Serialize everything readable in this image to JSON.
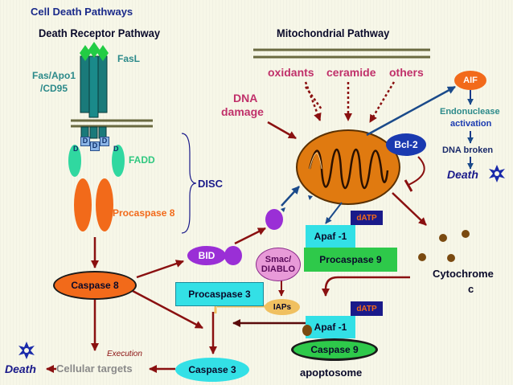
{
  "header": {
    "title": "Cell Death Pathways",
    "death_receptor_title": "Death Receptor Pathway",
    "mitochondrial_title": "Mitochondrial Pathway"
  },
  "receptor": {
    "fasl": "FasL",
    "fas": "Fas/Apo1",
    "cd95": "/CD95",
    "fadd": "FADD",
    "d_label": "D",
    "procaspase8": "Procaspase 8",
    "disc": "DISC"
  },
  "stimuli": {
    "oxidants": "oxidants",
    "ceramide": "ceramide",
    "others": "others",
    "dna_line1": "DNA",
    "dna_line2": "damage"
  },
  "mito": {
    "bcl2": "Bcl-2",
    "aif": "AIF",
    "endonuclease_line1": "Endonuclease",
    "endonuclease_line2": "activation",
    "dna_broken": "DNA broken",
    "death": "Death",
    "cytochrome_line1": "Cytochrome",
    "cytochrome_line2": "c"
  },
  "cascade": {
    "caspase8": "Caspase 8",
    "bid": "BID",
    "smac_line1": "Smac/",
    "smac_line2": "DIABLO",
    "iaps": "IAPs",
    "procaspase3": "Procaspase 3",
    "caspase3": "Caspase 3",
    "execution": "Execution",
    "cellular_targets": "Cellular targets",
    "death": "Death"
  },
  "apoptosome": {
    "datp_top": "dATP",
    "apaf_top": "Apaf -1",
    "procaspase9": "Procaspase 9",
    "datp_bottom": "dATP",
    "apaf_bottom": "Apaf -1",
    "caspase9": "Caspase 9",
    "label": "apoptosome"
  },
  "colors": {
    "dark_blue": "#0f2a6b",
    "teal": "#2c8a8a",
    "magenta_text": "#c0306a",
    "arrow_red": "#8a1010",
    "orange": "#f26a1a",
    "cyan": "#33e0e6",
    "green": "#2ec94a",
    "navy": "#1a1a8a",
    "purple": "#9a2fd6",
    "pink": "#e89ad8",
    "mito_orange": "#e07a10",
    "brown": "#8a4a0a"
  }
}
